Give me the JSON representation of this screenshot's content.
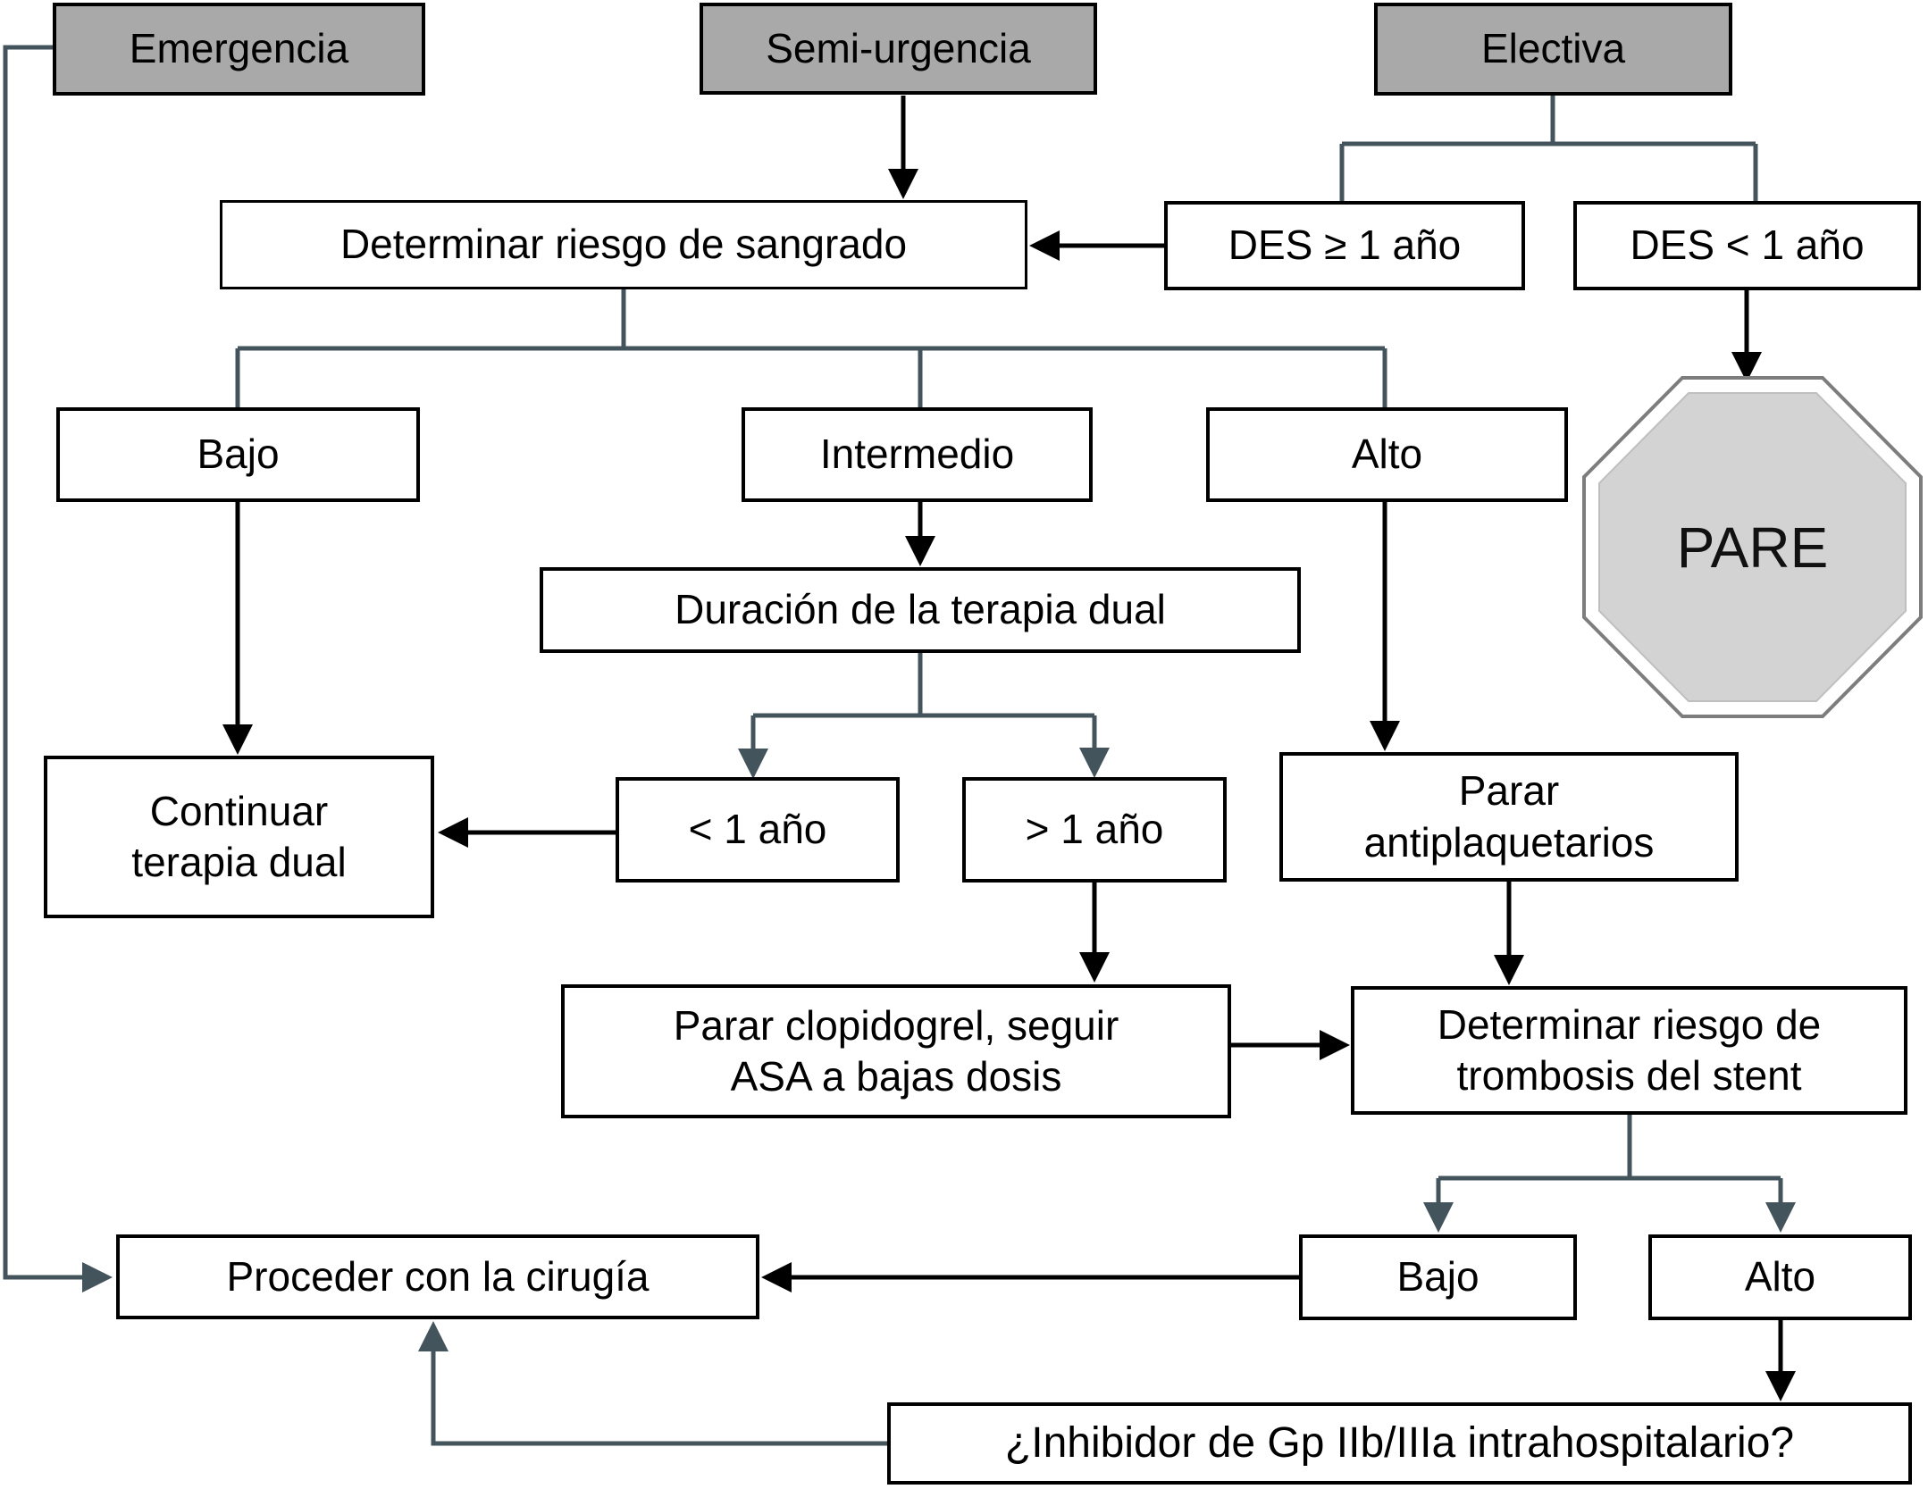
{
  "colors": {
    "box_gray_fill": "#a9a9a9",
    "connector": "#44545c",
    "arrow_black": "#000000",
    "stop_fill": "#d3d3d3",
    "stop_ring": "#7d7d7d",
    "stop_inner_edge": "#bfbfbf"
  },
  "nodes": {
    "emergencia": {
      "label": "Emergencia"
    },
    "semi_urgencia": {
      "label": "Semi-urgencia"
    },
    "electiva": {
      "label": "Electiva"
    },
    "det_sangrado": {
      "label": "Determinar riesgo de sangrado"
    },
    "des_ge_1": {
      "label": "DES ≥ 1 año"
    },
    "des_lt_1": {
      "label": "DES < 1 año"
    },
    "bajo_sangrado": {
      "label": "Bajo"
    },
    "intermedio": {
      "label": "Intermedio"
    },
    "alto_sangrado": {
      "label": "Alto"
    },
    "pare": {
      "label": "PARE"
    },
    "duracion": {
      "label": "Duración de la terapia dual"
    },
    "continuar": {
      "label": "Continuar\nterapia dual"
    },
    "lt_1_ano": {
      "label": "< 1 año"
    },
    "gt_1_ano": {
      "label": "> 1 año"
    },
    "parar_anti": {
      "label": "Parar\nantiplaquetarios"
    },
    "parar_clop": {
      "label": "Parar clopidogrel, seguir\nASA a bajas dosis"
    },
    "det_trombosis": {
      "label": "Determinar riesgo de\ntrombosis del stent"
    },
    "proceder": {
      "label": "Proceder con la cirugía"
    },
    "bajo_trombosis": {
      "label": "Bajo"
    },
    "alto_trombosis": {
      "label": "Alto"
    },
    "inhibidor": {
      "label": "¿Inhibidor de Gp IIb/IIIa intrahospitalario?"
    }
  }
}
